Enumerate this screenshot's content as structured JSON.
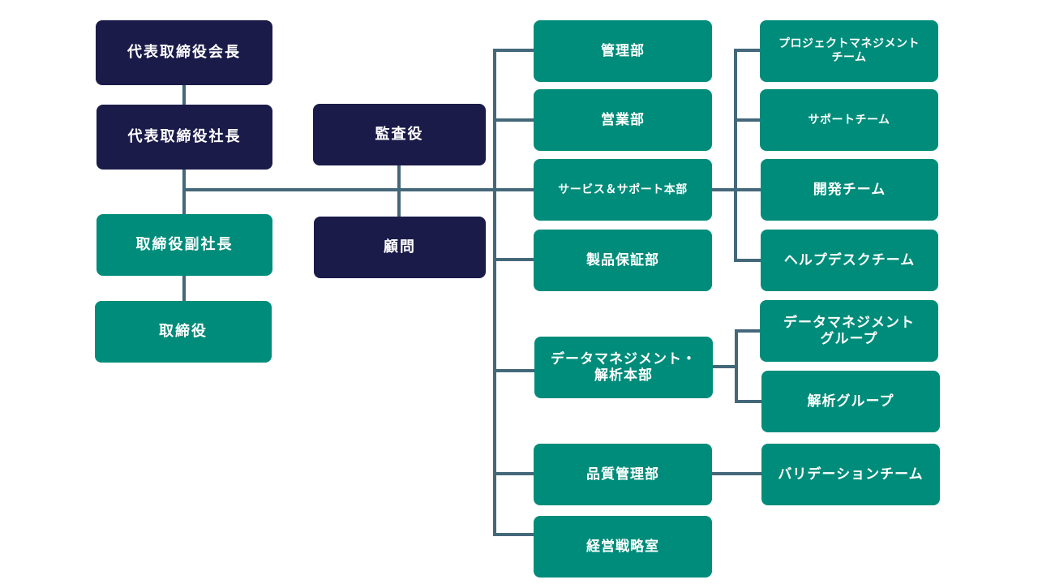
{
  "colors": {
    "connector": "#44687a",
    "executive": "#1b1b4a",
    "department": "#008c7a",
    "text": "#ffffff"
  },
  "chart": {
    "chairman": "代表取締役会長",
    "president": "代表取締役社長",
    "vice_president": "取締役副社長",
    "director": "取締役",
    "auditor": "監査役",
    "advisor": "顧問",
    "departments": {
      "admin": "管理部",
      "sales": "営業部",
      "service_support": "サービス＆サポート本部",
      "product_assurance": "製品保証部",
      "data_analytics": "データマネジメント・\n解析本部",
      "quality": "品質管理部",
      "strategy": "経営戦略室"
    },
    "teams": {
      "pm_team": "プロジェクトマネジメント\nチーム",
      "support_team": "サポートチーム",
      "dev_team": "開発チーム",
      "helpdesk_team": "ヘルプデスクチーム",
      "data_group": "データマネジメント\nグループ",
      "analysis_group": "解析グループ",
      "validation_team": "バリデーションチーム"
    }
  }
}
